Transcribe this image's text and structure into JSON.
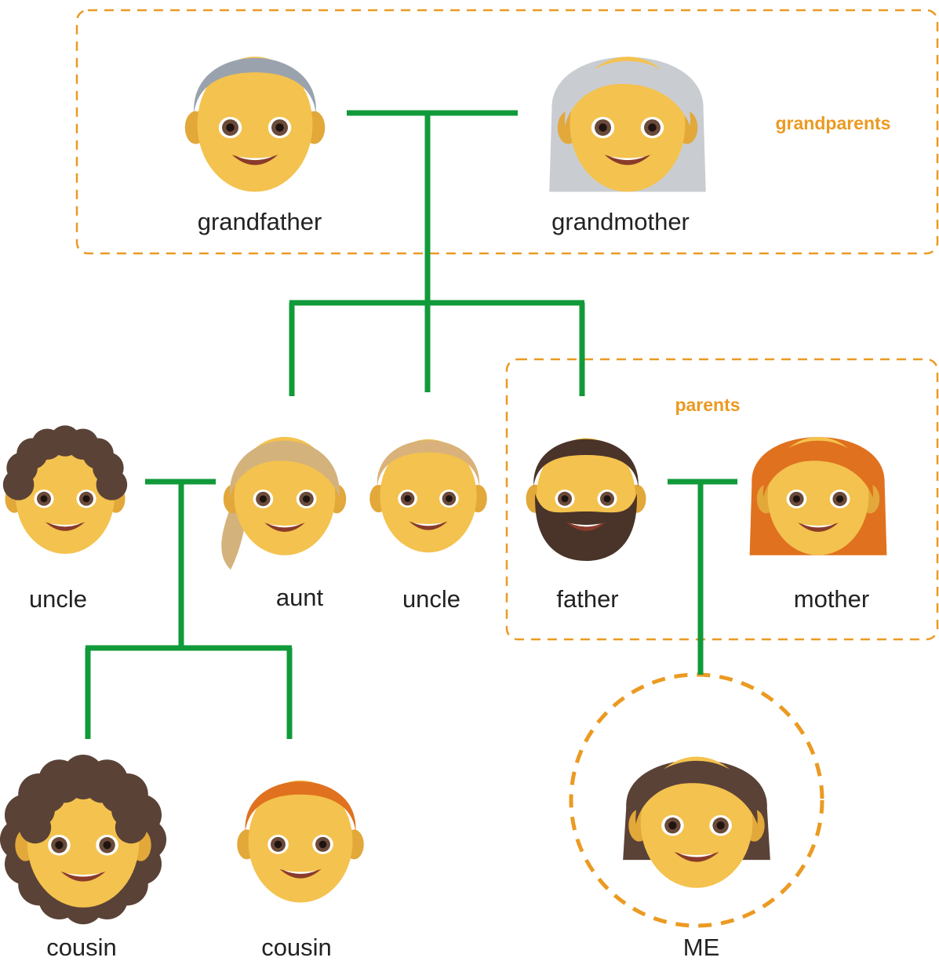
{
  "colors": {
    "connector": "#119a3a",
    "group_outline": "#eb9a22",
    "group_label": "#eb9a22",
    "skin": "#f4c24e",
    "skin_shadow": "#e2a83a",
    "eye_white": "#ffffff",
    "eye_iris": "#6b4a3a",
    "mouth": "#8a3b2a",
    "teeth": "#ffffff"
  },
  "groups": [
    {
      "id": "grandparents",
      "label": "grandparents"
    },
    {
      "id": "parents",
      "label": "parents"
    }
  ],
  "people": [
    {
      "id": "grandfather",
      "label": "grandfather",
      "hair": "#9aa3ad",
      "icon": "grandfather-face-icon"
    },
    {
      "id": "grandmother",
      "label": "grandmother",
      "hair": "#c9cdd2",
      "icon": "grandmother-face-icon"
    },
    {
      "id": "uncle_left",
      "label": "uncle",
      "hair": "#5a4237",
      "icon": "curly-haired-man-face-icon"
    },
    {
      "id": "aunt",
      "label": "aunt",
      "hair": "#d4b27c",
      "icon": "blonde-woman-face-icon"
    },
    {
      "id": "uncle_mid",
      "label": "uncle",
      "hair": "#d8b27a",
      "icon": "blond-man-face-icon"
    },
    {
      "id": "father",
      "label": "father",
      "hair": "#4a3429",
      "icon": "bearded-man-face-icon"
    },
    {
      "id": "mother",
      "label": "mother",
      "hair": "#e0711f",
      "icon": "red-haired-woman-face-icon"
    },
    {
      "id": "cousin_1",
      "label": "cousin",
      "hair": "#5a4237",
      "icon": "curly-haired-woman-face-icon"
    },
    {
      "id": "cousin_2",
      "label": "cousin",
      "hair": "#e0711f",
      "icon": "red-haired-boy-face-icon"
    },
    {
      "id": "me",
      "label": "ME",
      "hair": "#5a4237",
      "icon": "child-face-icon"
    }
  ]
}
